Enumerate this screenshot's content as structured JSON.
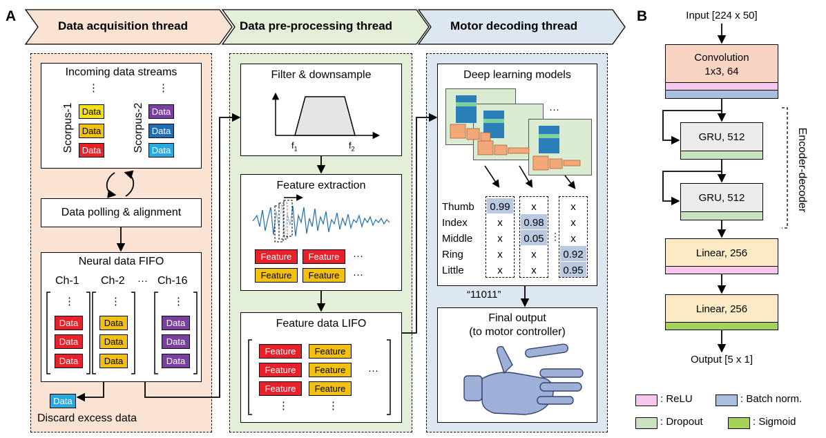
{
  "panel_a": {
    "letter": "A",
    "threads": [
      "Data acquisition thread",
      "Data pre-processing thread",
      "Motor decoding thread"
    ],
    "acq": {
      "incoming_title": "Incoming data streams",
      "scorpus1": "Scorpus-1",
      "scorpus2": "Scorpus-2",
      "vdots": "⋮",
      "data": "Data",
      "polling": "Data polling & alignment",
      "fifo_title": "Neural data FIFO",
      "ch1": "Ch-1",
      "ch2": "Ch-2",
      "dots": "···",
      "ch16": "Ch-16",
      "discard": "Discard excess data"
    },
    "pre": {
      "filter_title": "Filter & downsample",
      "f1": "f",
      "f1_sub": "1",
      "f2": "f",
      "f2_sub": "2",
      "feat_title": "Feature extraction",
      "feature": "Feature",
      "ellipsis": "···",
      "lifo_title": "Feature data LIFO"
    },
    "motor": {
      "dl_title": "Deep learning models",
      "dots": "···",
      "fingers": [
        "Thumb",
        "Index",
        "Middle",
        "Ring",
        "Little"
      ],
      "col1": [
        "0.99",
        "x",
        "x",
        "x",
        "x"
      ],
      "col2": [
        "x",
        "0.98",
        "0.05",
        "x",
        "x"
      ],
      "col3": [
        "x",
        "x",
        "x",
        "0.92",
        "0.95"
      ],
      "code": "“11011”",
      "final1": "Final output",
      "final2": "(to motor controller)"
    }
  },
  "panel_b": {
    "letter": "B",
    "input": "Input [224 x 50]",
    "conv1": "Convolution",
    "conv2": "1x3, 64",
    "gru1": "GRU, 512",
    "gru2": "GRU, 512",
    "encdec": "Encoder-decoder",
    "lin1": "Linear, 256",
    "lin2": "Linear, 256",
    "output": "Output [5 x 1]",
    "legend": {
      "relu": ": ReLU",
      "bn": ": Batch norm.",
      "dropout": ": Dropout",
      "sigmoid": ": Sigmoid"
    }
  },
  "colors": {
    "acq_bg": "#fbe3d4",
    "pre_bg": "#e3efd8",
    "motor_bg": "#dde7f2",
    "relu": "#f7c6ec",
    "batchnorm": "#a9bfe0",
    "dropout": "#c9e2c0",
    "sigmoid": "#a6d25a",
    "conv": "#f8d5c3",
    "gru": "#ececec",
    "linear": "#fbeac4",
    "highlight": "#b9c9e2"
  }
}
